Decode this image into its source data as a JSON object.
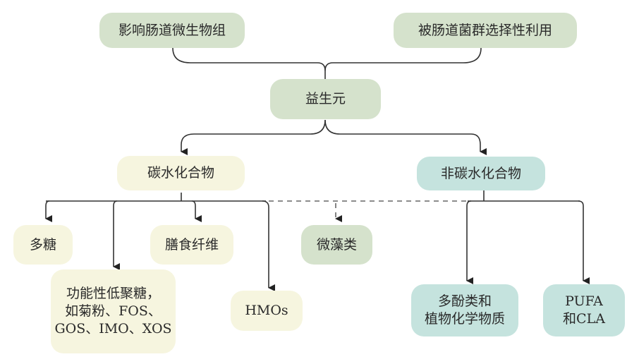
{
  "diagram": {
    "top_left": "影响肠道微生物组",
    "top_right": "被肠道菌群选择性利用",
    "center": "益生元",
    "carbohydrates": "碳水化合物",
    "non_carbohydrates": "非碳水化合物",
    "polysaccharides": "多糖",
    "oligosaccharides": "功能性低聚糖，\n如菊粉、FOS、\nGOS、IMO、XOS",
    "dietary_fiber": "膳食纤维",
    "hmos": "HMOs",
    "microalgae": "微藻类",
    "polyphenols": "多酚类和\n植物化学物质",
    "pufa_cla": "PUFA\n和CLA"
  },
  "colors": {
    "green": "#d5e2cc",
    "cream": "#f6f5df",
    "teal": "#c5e3de",
    "line": "#333333"
  }
}
